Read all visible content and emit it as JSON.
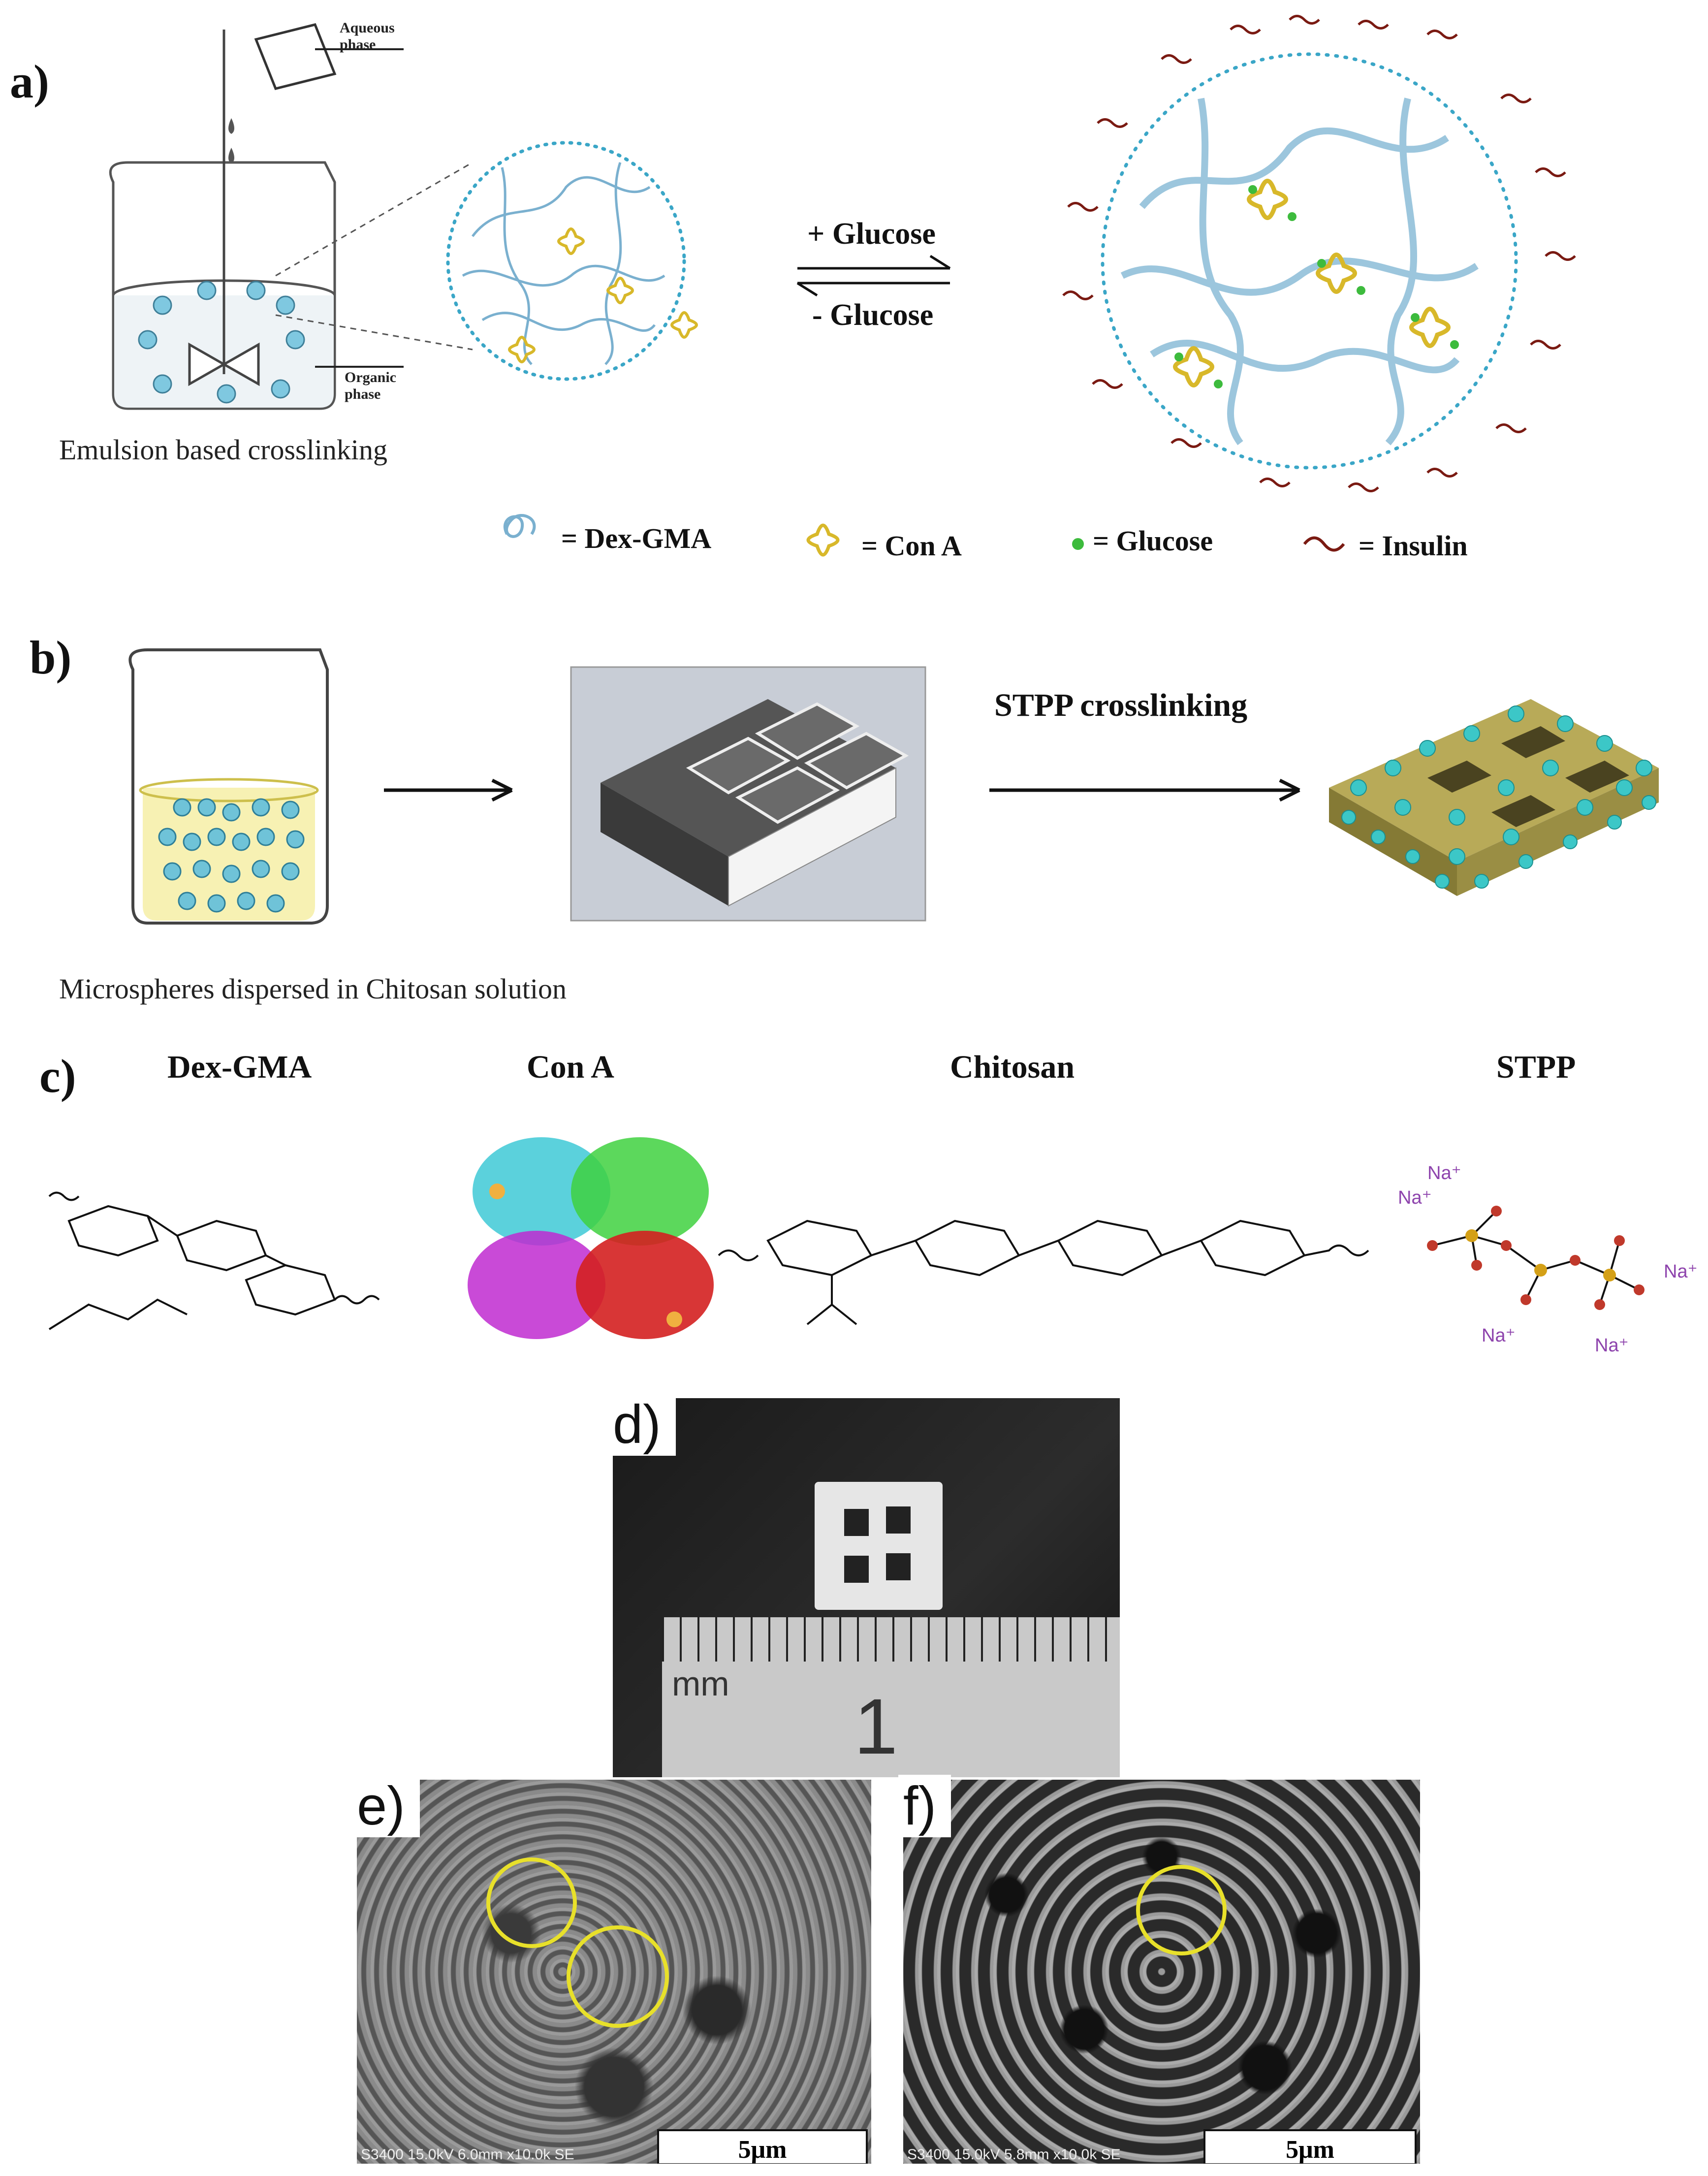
{
  "panels": {
    "a": {
      "label": "a)",
      "aqueous": "Aqueous phase",
      "organic": "Organic phase",
      "caption": "Emulsion based crosslinking",
      "plus_glucose": "+ Glucose",
      "minus_glucose": "- Glucose",
      "legend": {
        "dexgma": "= Dex-GMA",
        "cona": "= Con A",
        "glucose": "= Glucose",
        "insulin": "= Insulin"
      }
    },
    "b": {
      "label": "b)",
      "caption": "Microspheres dispersed in Chitosan solution",
      "stpp": "STPP crosslinking"
    },
    "c": {
      "label": "c)",
      "dexgma": "Dex-GMA",
      "cona": "Con A",
      "chitosan": "Chitosan",
      "stpp": "STPP",
      "na": "Na⁺"
    },
    "d": {
      "label": "d)",
      "ruler_unit": "mm",
      "ruler_number": "1"
    },
    "e": {
      "label": "e)",
      "scale": "5μm",
      "meta": "S3400 15.0kV 6.0mm x10.0k SE"
    },
    "f": {
      "label": "f)",
      "scale": "5μm",
      "meta": "S3400 15.0kV 5.8mm x10.0k SE"
    }
  },
  "colors": {
    "polymer": "#7ab0cf",
    "cona": "#d8b82a",
    "glucose": "#3dbb3d",
    "insulin": "#7a1a12",
    "microsphere": "#6fc3d8",
    "circle": "#e8e02a",
    "scaffold": "#b8aa58",
    "stpp_atoms": "#c0392b",
    "na": "#8e44ad"
  }
}
